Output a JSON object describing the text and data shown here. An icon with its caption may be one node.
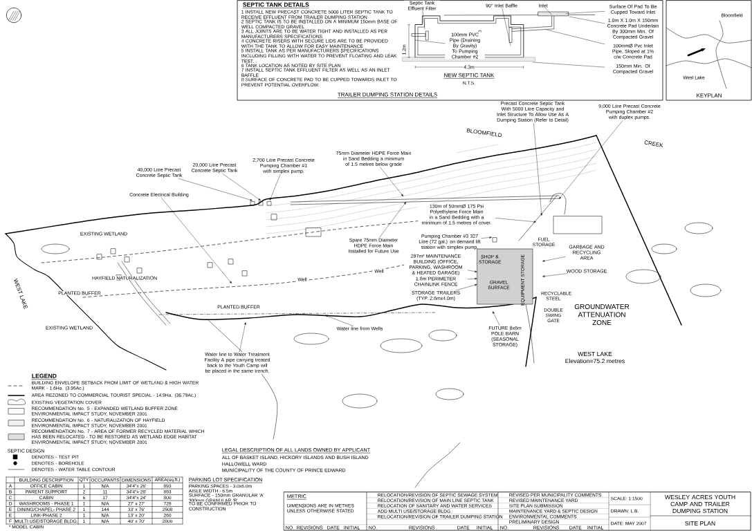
{
  "diagram": {
    "title": "SITE PLAN",
    "nodes": [
      {
        "text": [
          "Septic Tank Effluent Filter"
        ]
      },
      {
        "text": [
          "100mm PVC Pipe (Draining By Gravity) To Pumping Chamber #2"
        ]
      },
      {
        "text": [
          "90° Inlet Baffle"
        ]
      },
      {
        "text": [
          "Inlet"
        ]
      },
      {
        "text": [
          "Surface Of Pad To Be Cupped Toward Inlet"
        ]
      },
      {
        "text": [
          "1.0m X 1.0m X 150mm Concrete Pad Underlain By 300mm Min. Of Compacted Gravel"
        ]
      },
      {
        "text": [
          "100mmØ Pvc Inlet Pipe, Sloped at 1% c/w Concrete Pad"
        ]
      },
      {
        "text": [
          "150mm Min. Of Compacted Gravel"
        ]
      },
      {
        "text": [
          "2,700 Litre Precast Concrete Pumping Chamber #1 with simplex pump."
        ]
      },
      {
        "text": [
          "20,000 Litre Precast Concrete Septic Tank"
        ]
      },
      {
        "text": [
          "40,000 Litre Precast Concrete Septic Tank"
        ]
      },
      {
        "text": [
          "Concrete Electrical Building"
        ]
      },
      {
        "text": [
          "75mm Diameter HDPE Force Main in Sand Bedding a minimum of 1.5 metres below grade"
        ]
      },
      {
        "text": [
          "Spare 75mm Diameter HDPE Force Main Installed for Future Use"
        ]
      },
      {
        "text": [
          "Water line from Wells"
        ]
      },
      {
        "text": [
          "Water line to Water Treatment Facility A pipe carrying treated back to the Youth Camp will be placed in the same trench."
        ]
      },
      {
        "text": [
          "Precast Concrete Septic Tank With 5000 Litre Capacity and Inlet Structure To Allow Use As A Dumping Station (Refer to Detail)"
        ]
      },
      {
        "text": [
          "9,000 Litre Precast Concrete Pumping Chamber #2 with duplex pumps."
        ]
      },
      {
        "text": [
          "130m of 50mmØ 175 Psi Polyethylene Force Main in a Sand Bedding with a minimum of 1.5 metres of cover."
        ]
      },
      {
        "text": [
          "Pumping Chamber #3 327 Litre (72 gal.) on demand lift station with simplex pump."
        ]
      },
      {
        "text": [
          "297m² MAINTENANCE BUILDING (OFFICE, PARKING, WASHROOM & HEATED GARAGE)"
        ]
      },
      {
        "text": [
          "1.8m PERIMETER CHAINLINK FENCE"
        ]
      },
      {
        "text": [
          "STORAGE TRAILERS (TYP. 2.6mx4.0m)"
        ]
      },
      {
        "text": [
          "GARBAGE AND RECYCLING AREA"
        ]
      },
      {
        "text": [
          "WOOD STORAGE"
        ]
      },
      {
        "text": [
          "FUTURE 8x6m POLE BARN (SEASONAL STORAGE)"
        ]
      },
      {
        "text": [],
        "shape": "box"
      }
    ],
    "edges": [
      {
        "from": 0,
        "to": null,
        "arrow": "none"
      },
      {
        "from": 1,
        "to": null,
        "arrow": "none"
      },
      {
        "from": 2,
        "to": null,
        "arrow": "none"
      },
      {
        "from": 3,
        "to": null,
        "arrow": "none"
      },
      {
        "from": 4,
        "to": null,
        "arrow": "none"
      },
      {
        "from": 5,
        "to": null,
        "arrow": "none"
      },
      {
        "from": 6,
        "to": null,
        "arrow": "none"
      },
      {
        "from": 7,
        "to": null,
        "arrow": "none"
      },
      {
        "from": 8,
        "to": null,
        "arrow": "to"
      },
      {
        "from": 9,
        "to": null,
        "arrow": "to"
      },
      {
        "from": 10,
        "to": null,
        "arrow": "to"
      },
      {
        "from": 11,
        "to": null,
        "arrow": "to"
      },
      {
        "from": 12,
        "to": null,
        "arrow": "to"
      },
      {
        "from": 13,
        "to": null,
        "arrow": "to"
      },
      {
        "from": 14,
        "to": null,
        "arrow": "to"
      },
      {
        "from": 15,
        "to": null,
        "arrow": "to"
      },
      {
        "from": 16,
        "to": null,
        "arrow": "to"
      },
      {
        "from": 17,
        "to": null,
        "arrow": "to"
      },
      {
        "from": 18,
        "to": null,
        "arrow": "to"
      },
      {
        "from": 19,
        "to": null,
        "arrow": "to"
      },
      {
        "from": 20,
        "to": 26,
        "arrow": "to"
      },
      {
        "from": 21,
        "to": 26,
        "arrow": "to"
      },
      {
        "from": 22,
        "to": 26,
        "arrow": "to"
      },
      {
        "from": 23,
        "to": null,
        "arrow": "to"
      },
      {
        "from": 24,
        "to": null,
        "arrow": "to"
      },
      {
        "from": 25,
        "to": null,
        "arrow": "to"
      }
    ],
    "labels": [
      "SEPTIC TANK DETAILS",
      "1 INSTALL NEW PRECAST CONCRETE 5000 LITER SEPTIC TANK TO RECEIVE EFFLUENT FROM TRAILER DUMPING STATION",
      "2 SEPTIC TANK IS TO BE INSTALLED ON A MINIMUM 150mm BASE OF WELL COMPACTED GRAVEL",
      "3 ALL JOINTS ARE TO BE WATER TIGHT AND INSTALLED AS PER MANUFACTURERS SPECIFICATIONS",
      "4 CONCRETE RISERS WITH SECURE LIDS ARE TO BE PROVIDED WITH THE TANK TO ALLOW FOR EASY MAINTENANCE",
      "5 INSTALL TANK AS PER MANUFACTURERS SPECIFICATIONS INCLUDING FILLING WITH WATER TO PREVENT FLOATING AND LEAK TEST.",
      "6 TANK LOCATION AS NOTED BY SITE PLAN",
      "7 INSTALL SEPTIC TANK EFFLUENT FILTER AS WELL AS AN INLET BAFFLE",
      "8 SURFACE OF CONCRETE PAD TO BE CUPPED TOWARDS INLET TO PREVENT POTENTIAL OVERFLOW.",
      "TRAILER DUMPING STATION DETAILS",
      "NEW SEPTIC TANK",
      "N.T.S.",
      "1.2m",
      "4.3m",
      "Bloomfield",
      "West Lake",
      "KEYPLAN",
      "BLOOMFIELD",
      "CREEK",
      "EXISTING WETLAND",
      "WEST LAKE",
      "HAYFIELD NATURALIZATION",
      "PLANTED BUFFER",
      "PLANTED BUFFER",
      "EXISTING WETLAND",
      "Well",
      "Well",
      "SHOP & STORAGE",
      "FUEL STORAGE",
      "RECYCLABLE STEEL",
      "EQUIPMENT STORAGE",
      "GRAVEL SURFACE",
      "DOUBLE SWING GATE",
      "GROUNDWATER ATTENUATION ZONE",
      "WEST LAKE",
      "Elevation=75.2 metres",
      "LEGEND",
      "SEPTIC DESIGN",
      "BUILDING DESCRIPTION",
      "QTY",
      "OCCUPANTS",
      "DIMENSIONS",
      "AREA(sq.ft.)",
      "A",
      "OFFICE CABIN",
      "1",
      "N/A",
      "34'4\"x 26'",
      "893",
      "B",
      "PARENT SUPPORT",
      "2",
      "11",
      "34'4\"x 26'",
      "893",
      "C",
      "CABIN",
      "6",
      "17",
      "34'4\"x 24'",
      "800",
      "D",
      "WASHROOMS - PHASE 1",
      "1",
      "N/A",
      "27' x 27'",
      "729",
      "E",
      "DINING/CHAPEL- PHASE 2",
      "1",
      "144",
      "33' x 76'",
      "2508",
      "E",
      "LINK-PHASE 2",
      "1",
      "N/A",
      "13' x 20'",
      "260",
      "F",
      "MULTI USE/STORAGE BLDG.",
      "1",
      "N/A",
      "40' x 70'",
      "2800",
      "* MODEL CABIN",
      "PARKING LOT SPECIFICATION",
      "PARKING SPACES - 3.0x6.0m",
      "AISLE WIDTH - 6.5m",
      "SURFACE - 150mm GRANULAR 'A' 300mm GRANULAR 'B'",
      "TO BE CONFIRMED PRIOR TO CONSTRUCTION",
      "LEGAL DESCRIPTION OF ALL LANDS OWNED BY APPLICANT",
      "ALL OF BASKET ISLAND, HICKORY ISLANDS AND BUSH ISLAND",
      "HALLOWELL WARD",
      "MUNICIPALITY OF THE COUNTY OF PRINCE EDWARD",
      "METRIC",
      "DIMENSIONS ARE IN METRES UNLESS OTHERWISE STATED",
      "RELOCATION/REVISION OF SEPTIC SEWAGE SYSTEM",
      "RELOCATION/REVISION OF MAIN LINE SEPTIC TANK",
      "RELOCATION OF SANITARY AND WATER SERVICES",
      "ADD MULTI USE/STORAGE BLDG.",
      "RELOCATION/REVISION OF TRAILER DUMPING STATION",
      "REVISED PER MUNICIPALITY COMMENTS",
      "REVISED MAINTENANCE YARD",
      "SITE PLAN SUBMISSION",
      "MAINTENANCE YARD & SEPTIC DESIGN",
      "ENVIRONMENTAL COMMENTS",
      "PRELIMINARY DESIGN",
      "NO.",
      "REVISIONS",
      "DATE",
      "INITIAL",
      "NO.",
      "REVISIONS",
      "DATE",
      "INITIAL",
      "NO.",
      "REVISIONS",
      "DATE",
      "INITIAL",
      "SCALE: 1:1500",
      "DRAWN: L.B.",
      "DATE: MAY 2007",
      "WESLEY ACRES YOUTH CAMP AND TRAILER DUMPING STATION"
    ],
    "legend": [
      {
        "text": "BUILDING ENVELOPE SETBACK FROM LIMIT OF WETLAND & HIGH WATER MARK - 1.6Ha. (3.95Ac.)"
      },
      {
        "text": "AREA REZONED TO COMMERCIAL TOURIST SPECIAL - 14.9Ha. (36.79Ac.)"
      },
      {
        "text": "EXISTING VEGETATION COVER"
      },
      {
        "text": "RECOMMENDATION No. 5 - EXPANDED WETLAND BUFFER ZONE ENVIRONMENTAL IMPACT STUDY, NOVEMBER 2001"
      },
      {
        "text": "RECOMMENDATION No. 6 - NATURALIZATION OF HAYFIELD ENVIRONMENTAL IMPACT STUDY, NOVEMBER 2001"
      },
      {
        "text": "RECOMMENDATION No. 7 - AREA OF FORMER RECYCLED MATERIAL WHICH HAS BEEN RELOCATED - TO BE RESTORED AS WETLAND EDGE HABITAT ENVIRONMENTAL IMPACT STUDY, NOVEMBER 2001"
      },
      {
        "text": "DENOTES - TEST PIT"
      },
      {
        "text": "DENOTES - BOREHOLE"
      },
      {
        "text": "DENOTES - WATER TABLE CONTOUR"
      }
    ]
  }
}
